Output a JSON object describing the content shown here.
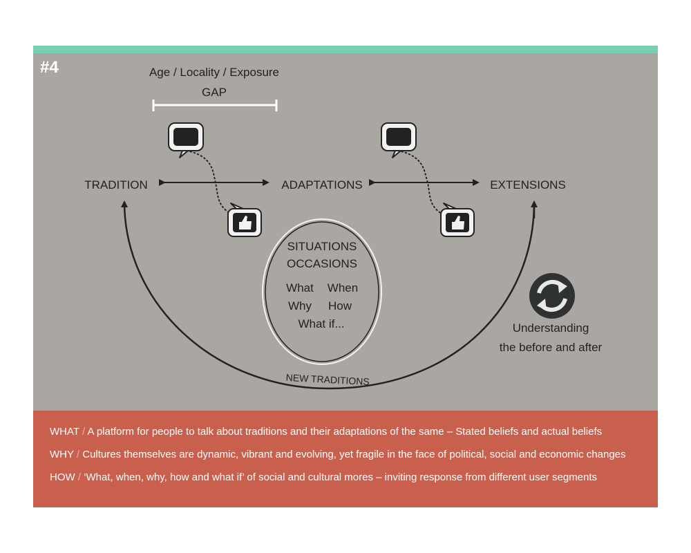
{
  "card": {
    "number": "#4",
    "accent_color": "#79cdb2",
    "background_color": "#aaa6a2"
  },
  "diagram": {
    "gap_label_line1": "Age / Locality / Exposure",
    "gap_label_line2": "GAP",
    "nodes": {
      "tradition": "TRADITION",
      "adaptations": "ADAPTATIONS",
      "extensions": "EXTENSIONS"
    },
    "circle": {
      "line1": "SITUATIONS",
      "line2": "OCCASIONS",
      "what": "What",
      "when": "When",
      "why": "Why",
      "how": "How",
      "what_if": "What if..."
    },
    "arc_label": "NEW TRADITIONS",
    "understanding_line1": "Understanding",
    "understanding_line2": "the before and after",
    "icons": [
      "speech-bubble-icon",
      "thumbs-up-icon",
      "refresh-cycle-icon"
    ]
  },
  "footer": {
    "color": "#c9604d",
    "rows": [
      {
        "key": "WHAT",
        "sep": " / ",
        "text": "A platform for people to talk about traditions and their adaptations of the same – Stated beliefs and actual beliefs"
      },
      {
        "key": "WHY",
        "sep": " / ",
        "text": "Cultures themselves are dynamic, vibrant and evolving, yet fragile in the face of political, social and economic changes"
      },
      {
        "key": "HOW",
        "sep": " / ",
        "text": "‘What, when, why, how and what if’ of social and cultural mores – inviting response from different user segments"
      }
    ]
  }
}
